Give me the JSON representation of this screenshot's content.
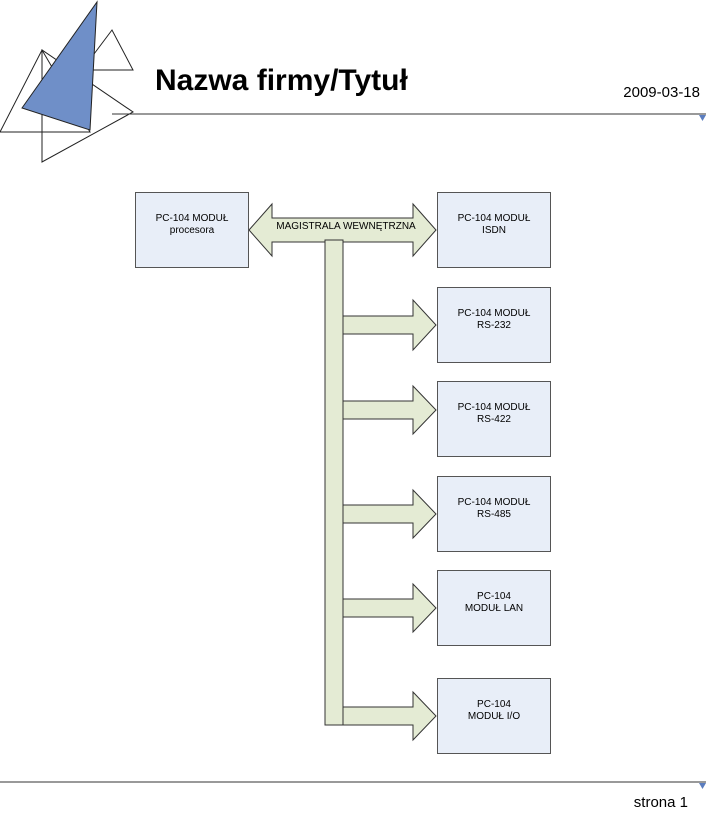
{
  "header": {
    "title": "Nazwa firmy/Tytuł",
    "date": "2009-03-18"
  },
  "footer": {
    "page": "strona 1"
  },
  "diagram": {
    "bus_label": "MAGISTRALA WEWNĘTRZNA",
    "processor": {
      "line1": "PC-104 MODUŁ",
      "line2": "procesora"
    },
    "modules": [
      {
        "line1": "PC-104 MODUŁ",
        "line2": "ISDN"
      },
      {
        "line1": "PC-104 MODUŁ",
        "line2": "RS-232"
      },
      {
        "line1": "PC-104 MODUŁ",
        "line2": "RS-422"
      },
      {
        "line1": "PC-104 MODUŁ",
        "line2": "RS-485"
      },
      {
        "line1": "PC-104",
        "line2": "MODUŁ LAN"
      },
      {
        "line1": "PC-104",
        "line2": "MODUŁ I/O"
      }
    ]
  },
  "colors": {
    "box_fill": "#e8eef8",
    "arrow_fill": "#e4ebd4",
    "logo_blue": "#6f8fc8"
  }
}
